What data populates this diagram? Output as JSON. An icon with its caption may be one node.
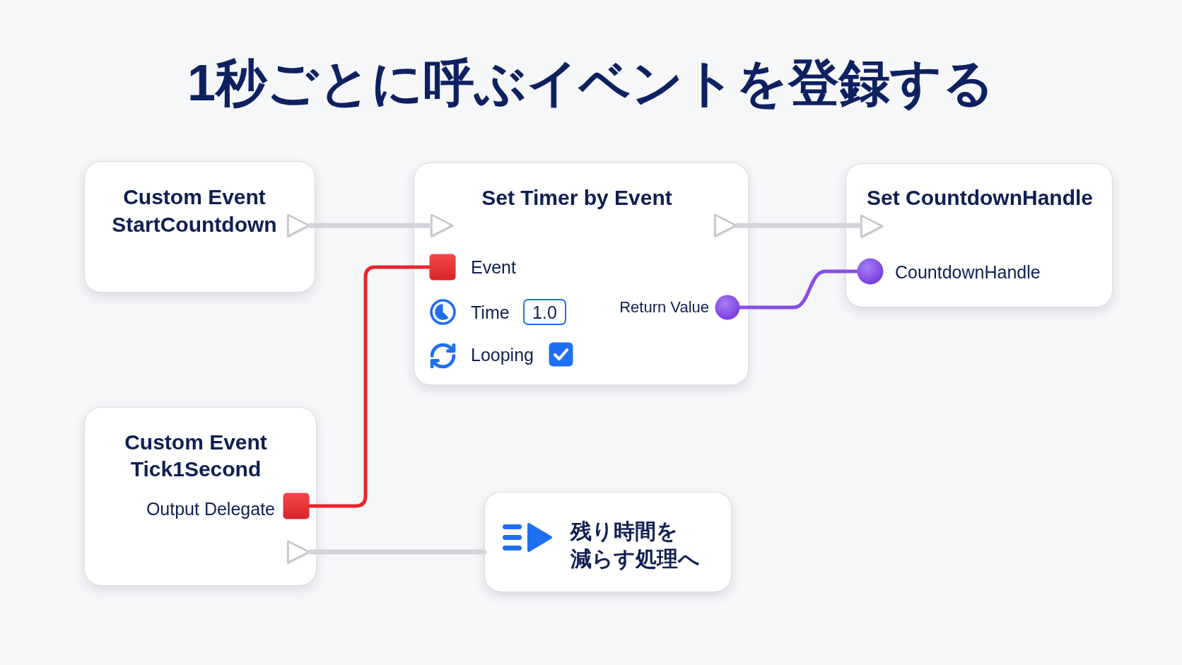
{
  "diagram": {
    "title": "1秒ごとに呼ぶイベントを登録する",
    "nodes": [
      {
        "text": [
          "Custom Event StartCountdown"
        ]
      },
      {
        "text": [],
        "shape": "triangle",
        "in": 0
      },
      {
        "text": [
          "Set Timer by Event",
          "Time",
          "1.0",
          "Looping"
        ]
      },
      {
        "text": [],
        "shape": "triangle",
        "in": 2
      },
      {
        "text": [],
        "shape": "triangle",
        "in": 2
      },
      {
        "text": [],
        "shape": "square",
        "in": 2,
        "beside": [
          "Event"
        ]
      },
      {
        "text": [],
        "shape": "circle",
        "in": 2,
        "beside": [
          "Return Value"
        ]
      },
      {
        "text": [
          "Set CountdownHandle"
        ]
      },
      {
        "text": [],
        "shape": "triangle",
        "in": 7
      },
      {
        "text": [],
        "shape": "circle",
        "in": 7,
        "beside": [
          "CountdownHandle"
        ]
      },
      {
        "text": [
          "Custom Event Tick1Second"
        ]
      },
      {
        "text": [],
        "shape": "square",
        "in": 10,
        "beside": [
          "Output Delegate"
        ]
      },
      {
        "text": [],
        "shape": "triangle",
        "in": 10
      },
      {
        "text": [
          "残り時間を減らす処理へ"
        ]
      }
    ],
    "edges": [
      {
        "from": 1,
        "to": 3,
        "arrow": "none"
      },
      {
        "from": 4,
        "to": 8,
        "arrow": "none"
      },
      {
        "from": 11,
        "to": 5,
        "arrow": "none",
        "color": "#e8262c"
      },
      {
        "from": 6,
        "to": 9,
        "arrow": "none",
        "color": "#8a4de6"
      },
      {
        "from": 12,
        "to": 13,
        "arrow": "none"
      }
    ]
  }
}
